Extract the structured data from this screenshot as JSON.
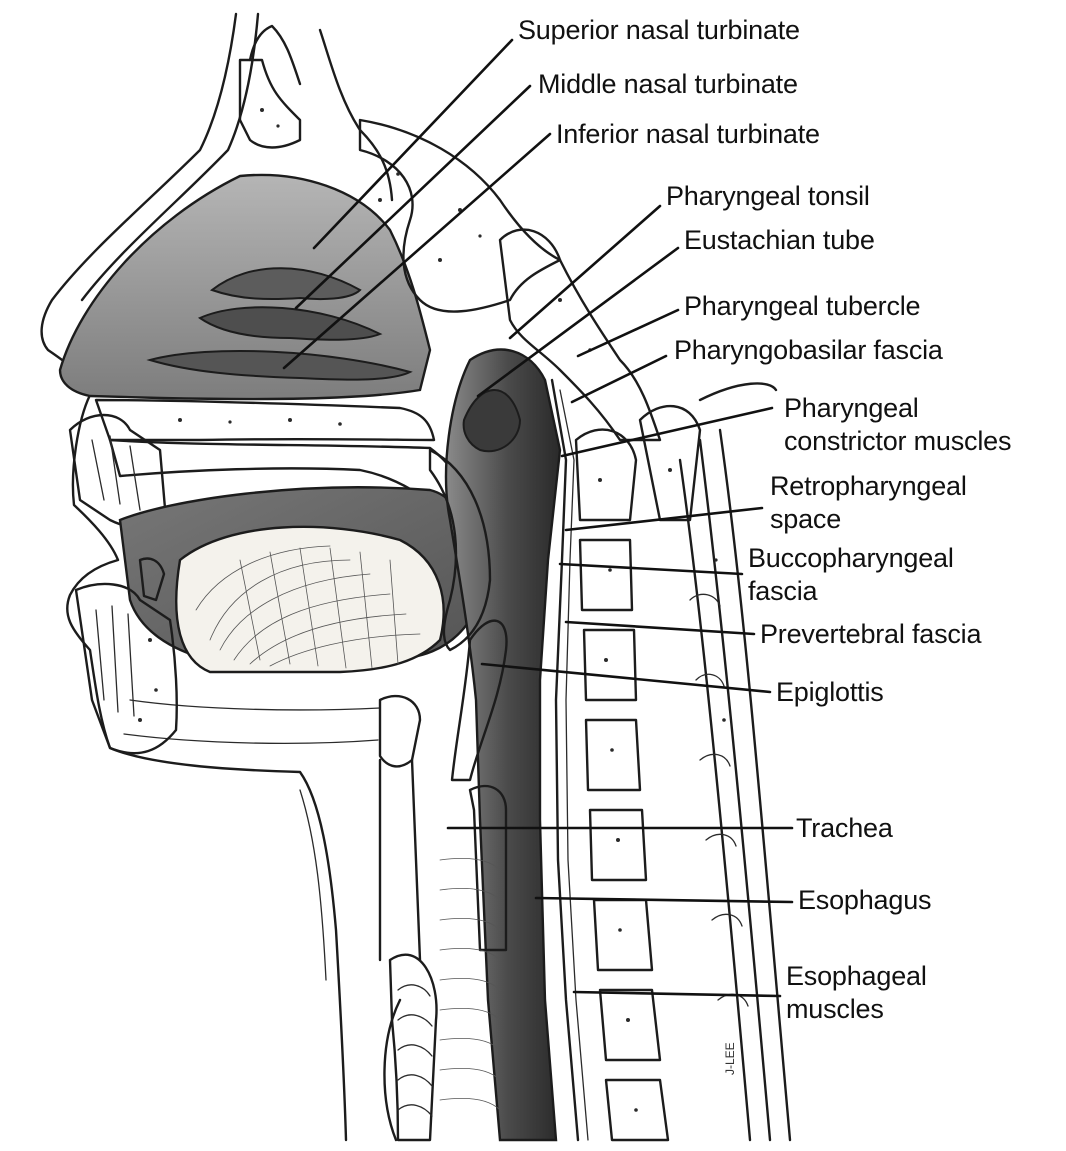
{
  "colors": {
    "ink": "#1c1c1c",
    "cavity_shade": "#9a9a9a",
    "dark_shade": "#3a3a3a",
    "bone_fill": "#f4f2ec",
    "background": "#ffffff"
  },
  "labels": [
    {
      "id": "superior_nasal_turbinate",
      "text": "Superior nasal turbinate"
    },
    {
      "id": "middle_nasal_turbinate",
      "text": "Middle nasal turbinate"
    },
    {
      "id": "inferior_nasal_turbinate",
      "text": "Inferior nasal turbinate"
    },
    {
      "id": "pharyngeal_tonsil",
      "text": "Pharyngeal tonsil"
    },
    {
      "id": "eustachian_tube",
      "text": "Eustachian tube"
    },
    {
      "id": "pharyngeal_tubercle",
      "text": "Pharyngeal tubercle"
    },
    {
      "id": "pharyngobasilar_fascia",
      "text": "Pharyngobasilar fascia"
    },
    {
      "id": "pharyngeal_constrictor_muscles",
      "text": "Pharyngeal\nconstrictor muscles"
    },
    {
      "id": "retropharyngeal_space",
      "text": "Retropharyngeal\nspace"
    },
    {
      "id": "buccopharyngeal_fascia",
      "text": "Buccopharyngeal\nfascia"
    },
    {
      "id": "prevertebral_fascia",
      "text": "Prevertebral fascia"
    },
    {
      "id": "epiglottis",
      "text": "Epiglottis"
    },
    {
      "id": "trachea",
      "text": "Trachea"
    },
    {
      "id": "esophagus",
      "text": "Esophagus"
    },
    {
      "id": "esophageal_muscles",
      "text": "Esophageal\nmuscles"
    }
  ],
  "signature": "J-LEE"
}
